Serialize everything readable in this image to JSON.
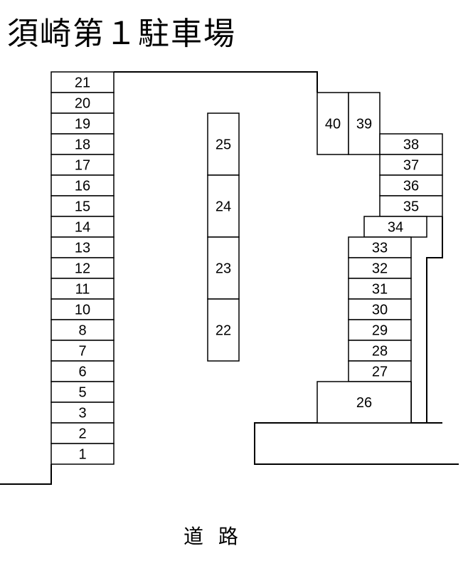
{
  "title": "須崎第１駐車場",
  "road_label": "道 路",
  "stalls": {
    "left_column": [
      "21",
      "20",
      "19",
      "18",
      "17",
      "16",
      "15",
      "14",
      "13",
      "12",
      "11",
      "10",
      "8",
      "7",
      "6",
      "5",
      "3",
      "2",
      "1"
    ],
    "center_column": [
      "25",
      "24",
      "23",
      "22"
    ],
    "top_right_pair": [
      "40",
      "39"
    ],
    "right_upper": [
      "38",
      "37",
      "36",
      "35"
    ],
    "middle_single": "34",
    "right_lower": [
      "33",
      "32",
      "31",
      "30",
      "29",
      "28",
      "27"
    ],
    "large_bay": "26"
  }
}
